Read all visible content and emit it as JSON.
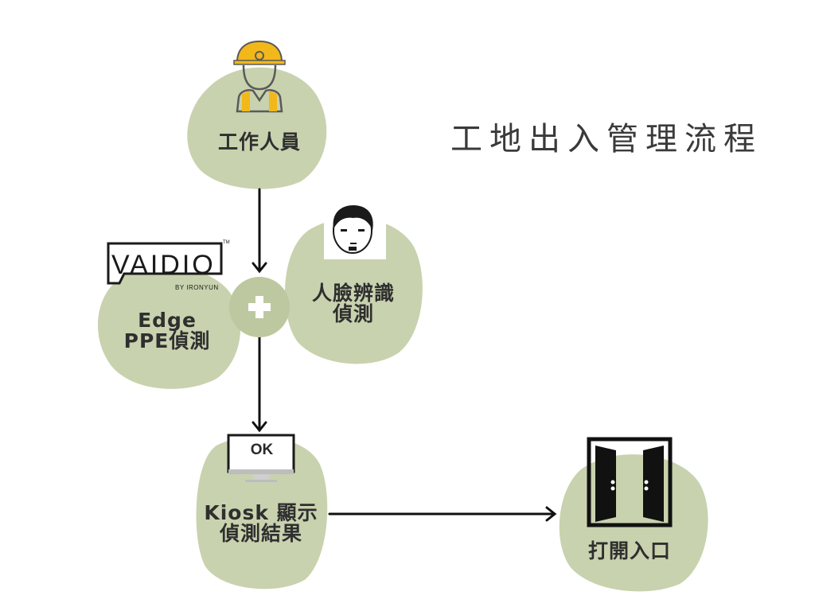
{
  "title": "工地出入管理流程",
  "nodes": {
    "worker": "工作人員",
    "edge_ppe": "Edge PPE偵測",
    "face_recognition": "人臉辨識偵測",
    "kiosk": "Kiosk 顯示偵測結果",
    "open_entrance": "打開入口"
  },
  "kiosk_screen_text": "OK",
  "logo": {
    "name": "VAIDIO",
    "byline": "BY IRONYUN",
    "trademark": "TM"
  },
  "icons": {
    "worker": "construction-worker-icon",
    "face": "face-icon",
    "monitor": "monitor-icon",
    "door": "double-door-icon",
    "plus": "plus-icon"
  },
  "colors": {
    "blob_fill": "#c8d2ae",
    "plus_circle": "#bdc8a0",
    "line": "#111111",
    "helmet": "#f2b81a"
  }
}
